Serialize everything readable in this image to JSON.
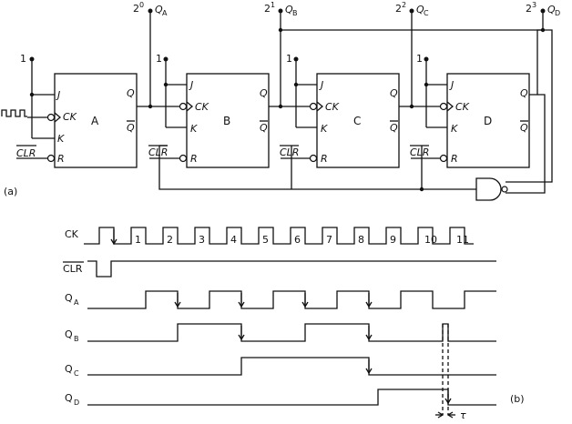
{
  "circuit": {
    "panel_label": "(a)",
    "logic_one_label": "1",
    "flip_flops": [
      {
        "name": "A",
        "j": "J",
        "ck": "CK",
        "k": "K",
        "r": "R",
        "q": "Q",
        "qbar": "Q"
      },
      {
        "name": "B",
        "j": "J",
        "ck": "CK",
        "k": "K",
        "r": "R",
        "q": "Q",
        "qbar": "Q"
      },
      {
        "name": "C",
        "j": "J",
        "ck": "CK",
        "k": "K",
        "r": "R",
        "q": "Q",
        "qbar": "Q"
      },
      {
        "name": "D",
        "j": "J",
        "ck": "CK",
        "k": "K",
        "r": "R",
        "q": "Q",
        "qbar": "Q"
      }
    ],
    "clr_label": "CLR",
    "outputs": [
      {
        "weight": "2",
        "power": "0",
        "name": "Q",
        "sub": "A"
      },
      {
        "weight": "2",
        "power": "1",
        "name": "Q",
        "sub": "B"
      },
      {
        "weight": "2",
        "power": "2",
        "name": "Q",
        "sub": "C"
      },
      {
        "weight": "2",
        "power": "3",
        "name": "Q",
        "sub": "D"
      }
    ]
  },
  "timing": {
    "panel_label": "(b)",
    "signals": [
      {
        "name": "CK",
        "sub": ""
      },
      {
        "name": "CLR",
        "sub": ""
      },
      {
        "name": "Q",
        "sub": "A"
      },
      {
        "name": "Q",
        "sub": "B"
      },
      {
        "name": "Q",
        "sub": "C"
      },
      {
        "name": "Q",
        "sub": "D"
      }
    ],
    "clock_pulse_numbers": [
      "1",
      "2",
      "3",
      "4",
      "5",
      "6",
      "7",
      "8",
      "9",
      "10",
      "11"
    ],
    "tau_label": "τ"
  }
}
